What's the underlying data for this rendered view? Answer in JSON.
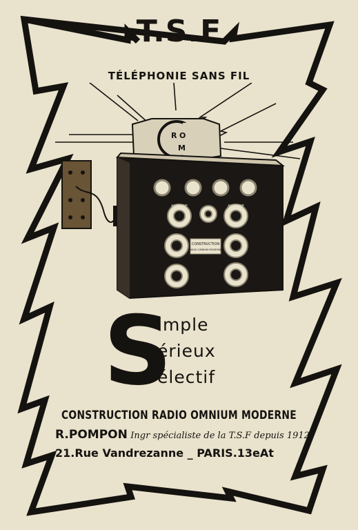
{
  "ad": {
    "title": "T.S.F",
    "subtitle": "TÉLÉPHONIE SANS FIL",
    "logo_letters": "CROM",
    "slogan_initial": "S",
    "slogan_lines": [
      "imple",
      "érieux",
      "électif"
    ],
    "company": "CONSTRUCTION RADIO OMNIUM MODERNE",
    "maker_name": "R.POMPON",
    "maker_title": "Ingr spécialiste de la T.S.F depuis 1912",
    "address": "21.Rue Vandrezanne _ PARIS.13eAt"
  },
  "illustration": {
    "panel_label_lines": [
      "CONSTRUCTION",
      "RADIO OMNIUM MODERNE"
    ],
    "knob_labels": [
      "ANTENNE",
      "",
      "ANTENNE",
      "",
      "",
      "",
      ""
    ]
  },
  "colors": {
    "paper": "#e9e2cc",
    "ink": "#151310",
    "cabinet": "#1a1714"
  }
}
